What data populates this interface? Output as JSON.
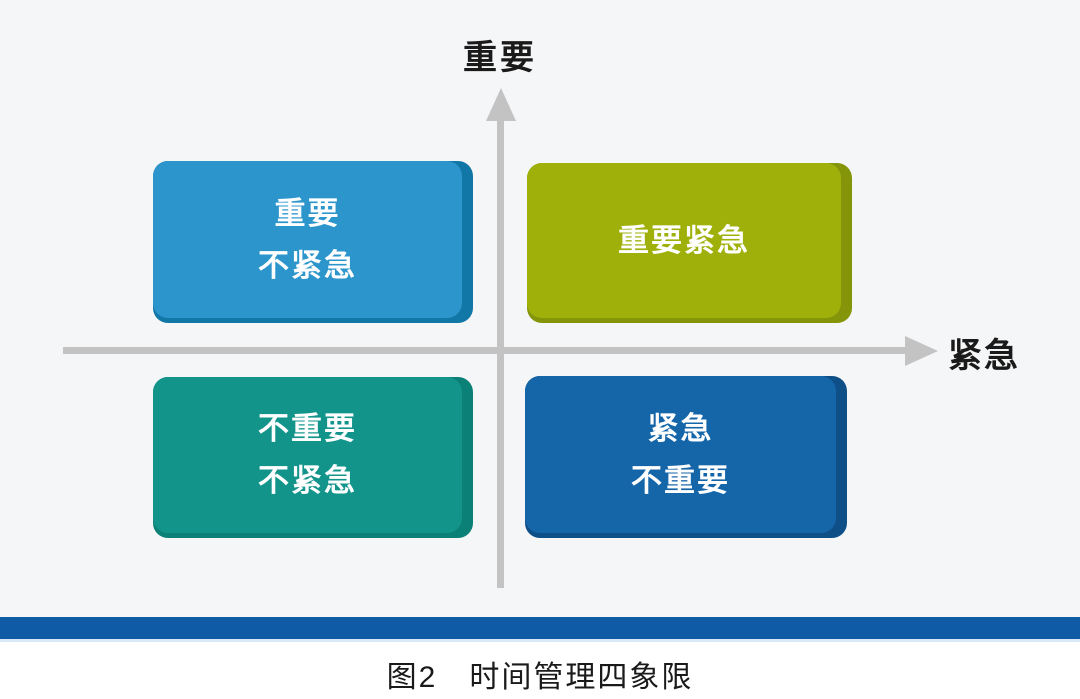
{
  "diagram": {
    "y_axis_label": "重要",
    "x_axis_label": "紧急",
    "quadrants": {
      "top_left": {
        "name": "important-not-urgent",
        "line1": "重要",
        "line2": "不紧急",
        "color": "#2b95cc",
        "edge_color": "#1177a6"
      },
      "top_right": {
        "name": "important-urgent",
        "line1": "重要紧急",
        "line2": "",
        "color": "#9fb00a",
        "edge_color": "#85950a"
      },
      "bottom_left": {
        "name": "not-important-not-urgent",
        "line1": "不重要",
        "line2": "不紧急",
        "color": "#12948b",
        "edge_color": "#0b8076"
      },
      "bottom_right": {
        "name": "urgent-not-important",
        "line1": "紧急",
        "line2": "不重要",
        "color": "#1565a9",
        "edge_color": "#0e4f88"
      }
    },
    "caption": "图2　时间管理四象限",
    "colors": {
      "axis": "#c3c3c3",
      "background": "#f5f6f7",
      "footer_bar": "#0f5ba6",
      "label_text": "#1a1a1a",
      "quadrant_text": "#ffffff"
    }
  }
}
